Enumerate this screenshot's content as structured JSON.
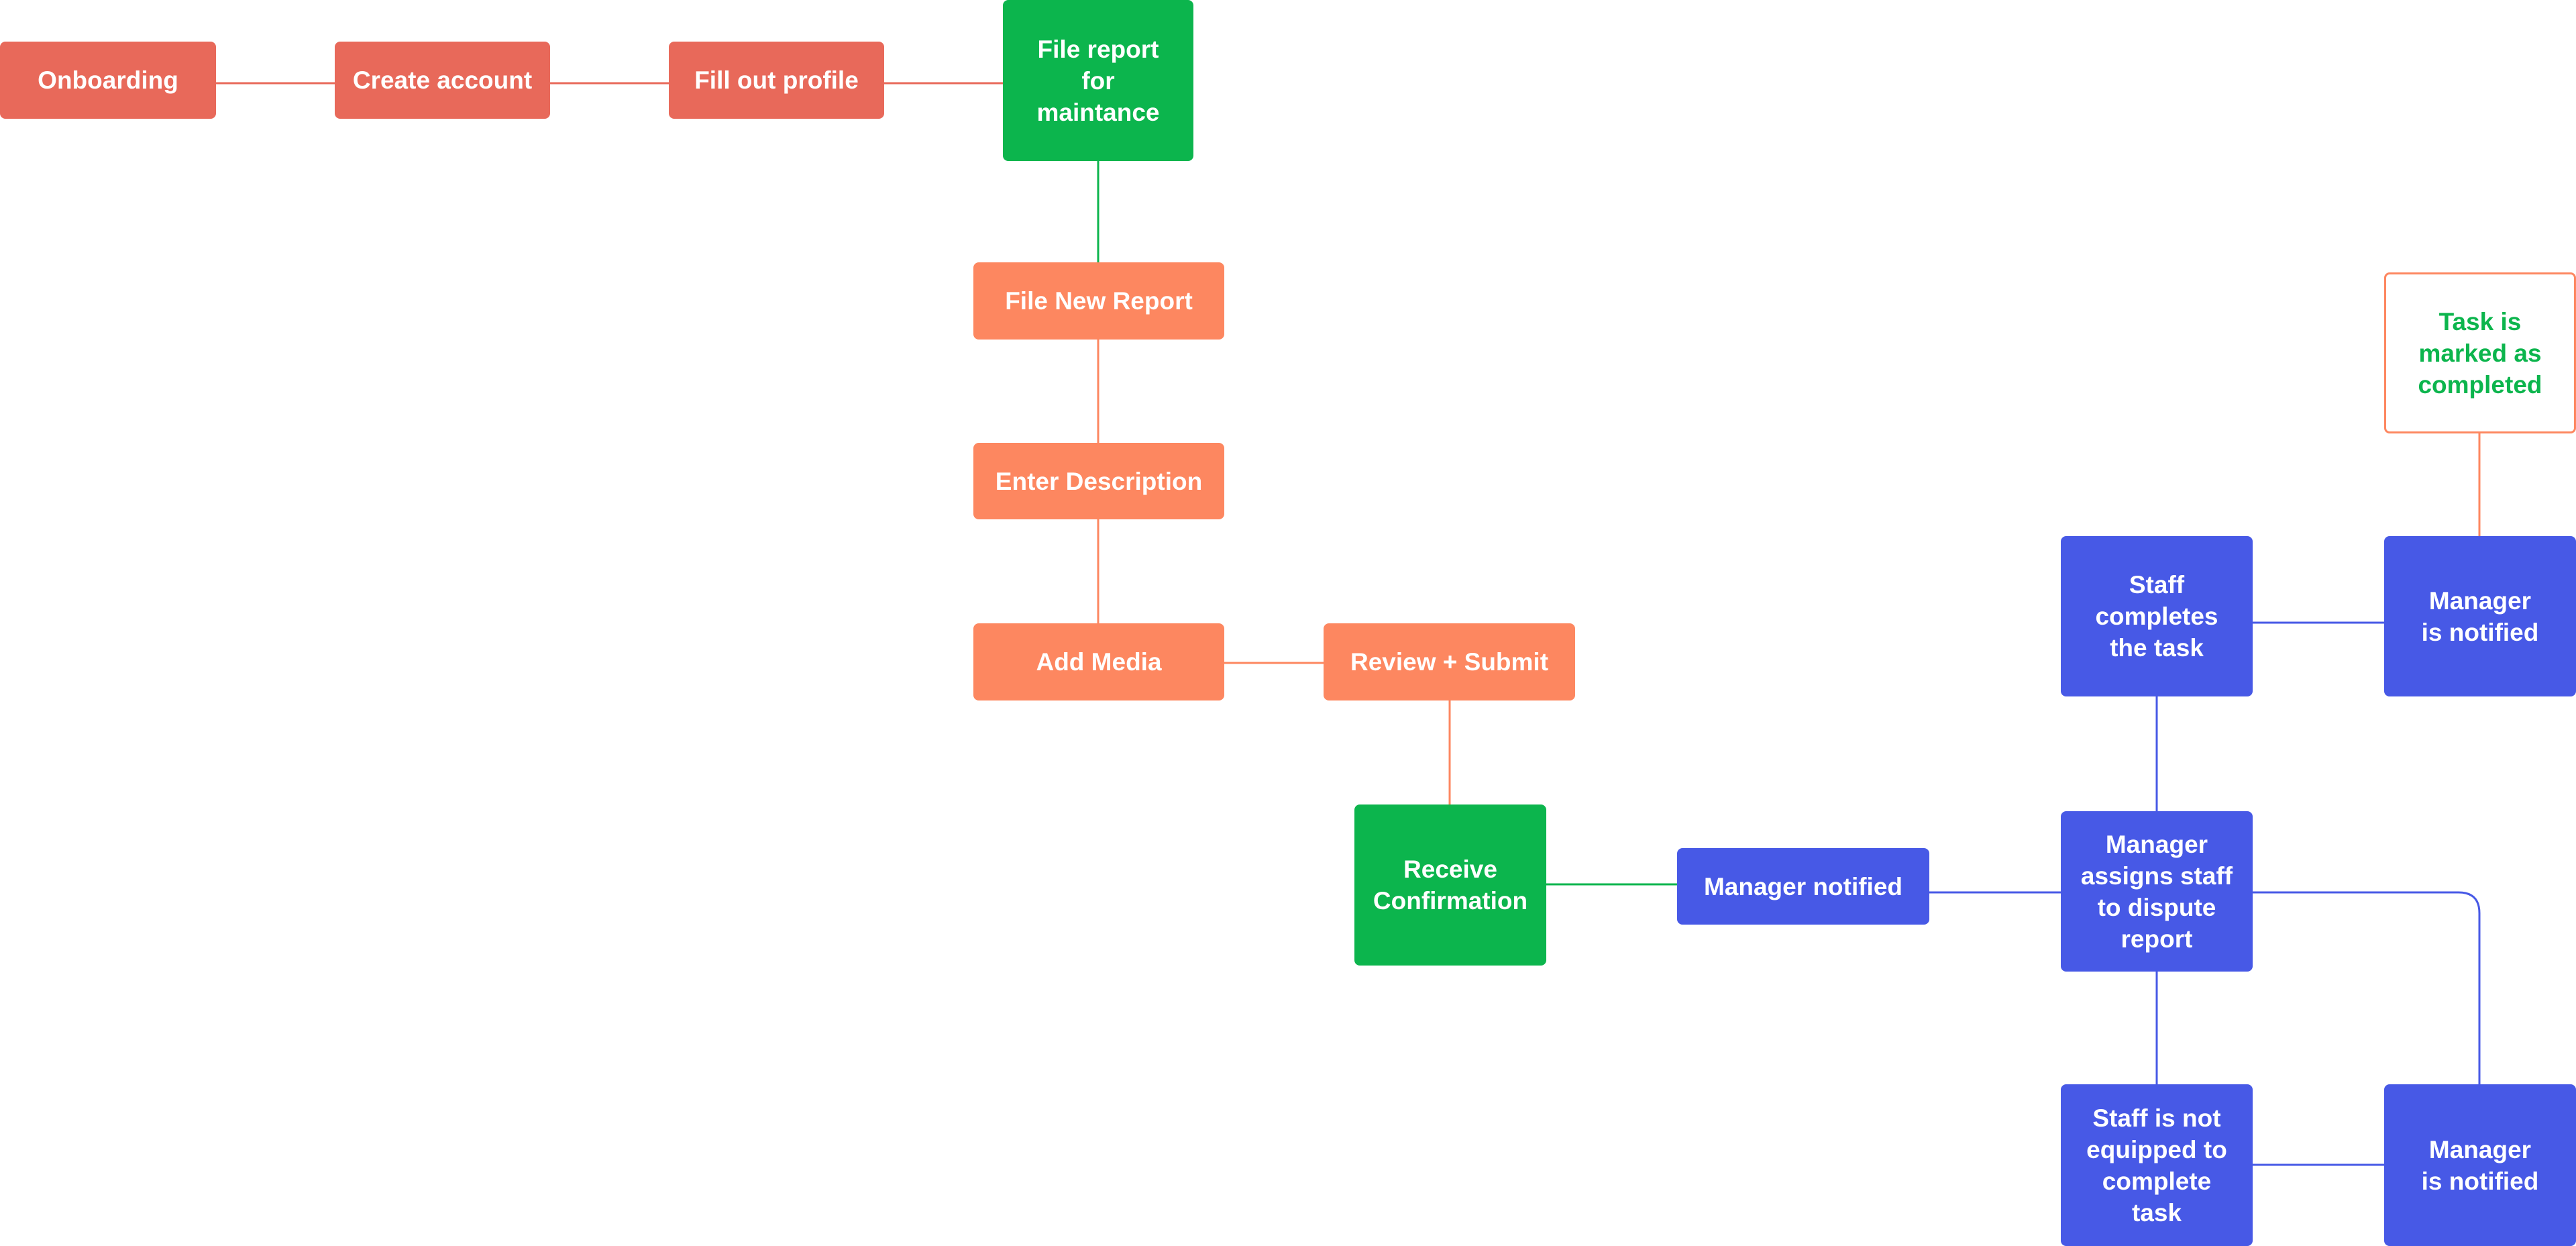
{
  "colors": {
    "onboarding_red": "#e8695a",
    "report_orange": "#fd8760",
    "milestone_green": "#0cb54d",
    "manager_blue": "#4759e6",
    "background": "#ffffff"
  },
  "nodes": {
    "onboarding": "Onboarding",
    "create_account": "Create account",
    "fill_out_profile": "Fill out profile",
    "file_report": "File report\nfor\nmaintance",
    "file_new_report": "File New Report",
    "enter_description": "Enter Description",
    "add_media": "Add Media",
    "review_submit": "Review + Submit",
    "receive_confirmation": "Receive\nConfirmation",
    "manager_notified": "Manager notified",
    "manager_assigns": "Manager\nassigns staff\nto dispute\nreport",
    "staff_completes": "Staff\ncompletes\nthe task",
    "manager_notified_top": "Manager\nis notified",
    "task_completed": "Task is\nmarked as\ncompleted",
    "staff_not_equipped": "Staff is not\nequipped to\ncomplete\ntask",
    "manager_notified_bottom": "Manager\nis notified"
  }
}
